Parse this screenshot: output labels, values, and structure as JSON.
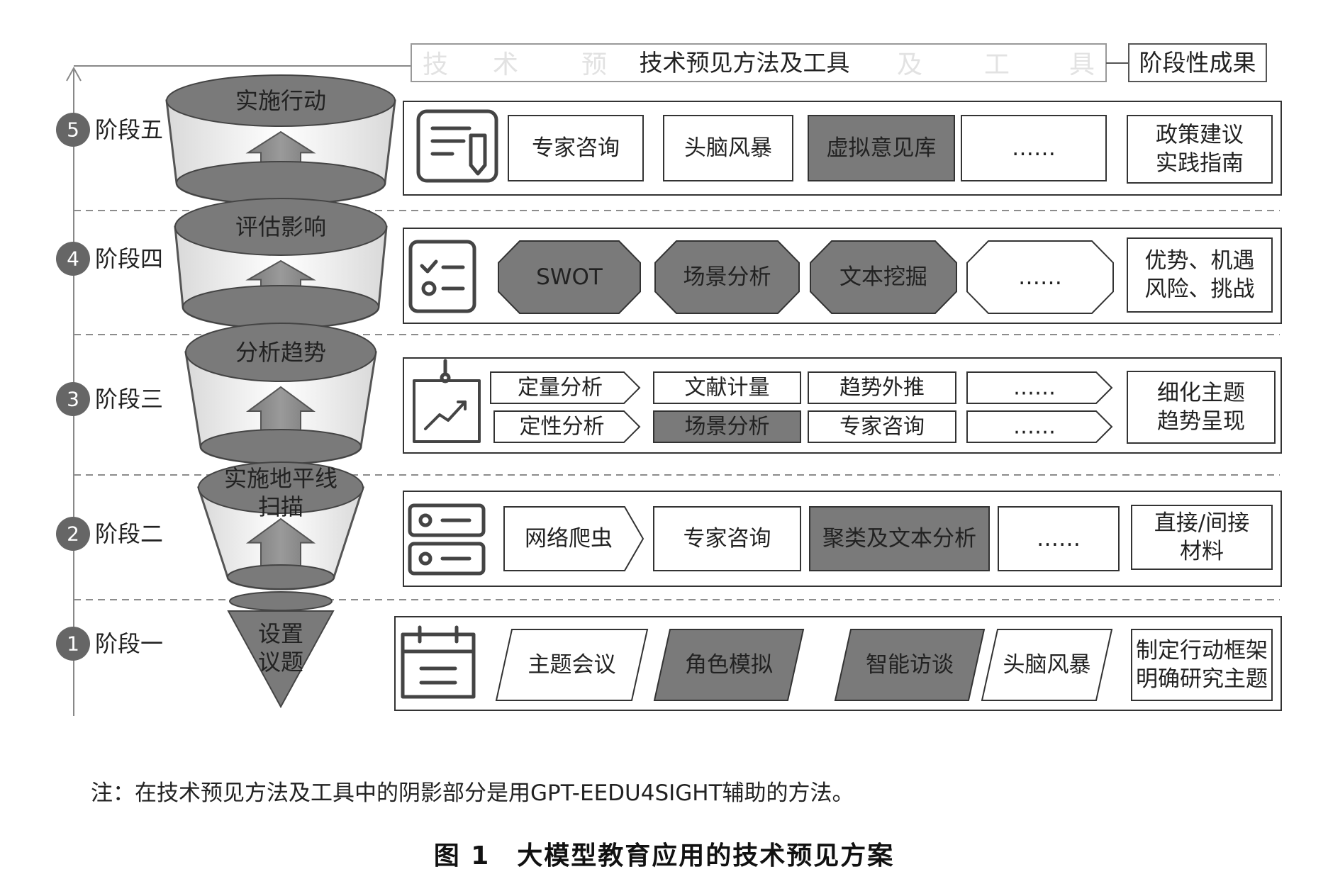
{
  "header": {
    "methods_title": "技术预见方法及工具",
    "faded_letters": [
      "技",
      "术",
      "预",
      "及",
      "工",
      "具"
    ],
    "results_title": "阶段性成果"
  },
  "stages": [
    {
      "num": "5",
      "label": "阶段五",
      "funnel_label": "实施行动",
      "icon": "document-pen-icon",
      "kind": "rect",
      "tools": [
        {
          "text": "专家咨询",
          "shaded": false
        },
        {
          "text": "头脑风暴",
          "shaded": false
        },
        {
          "text": "虚拟意见库",
          "shaded": true
        },
        {
          "text": "……",
          "shaded": false
        }
      ],
      "result": [
        "政策建议",
        "实践指南"
      ]
    },
    {
      "num": "4",
      "label": "阶段四",
      "funnel_label": "评估影响",
      "icon": "checklist-icon",
      "kind": "octagon",
      "tools": [
        {
          "text": "SWOT",
          "shaded": true
        },
        {
          "text": "场景分析",
          "shaded": true
        },
        {
          "text": "文本挖掘",
          "shaded": true
        },
        {
          "text": "……",
          "shaded": false
        }
      ],
      "result": [
        "优势、机遇",
        "风险、挑战"
      ]
    },
    {
      "num": "3",
      "label": "阶段三",
      "funnel_label": "分析趋势",
      "icon": "chart-board-icon",
      "kind": "grid",
      "tools_rows": [
        [
          {
            "text": "定量分析",
            "shaded": false,
            "shape": "arrow"
          },
          {
            "text": "文献计量",
            "shaded": false,
            "shape": "rect"
          },
          {
            "text": "趋势外推",
            "shaded": false,
            "shape": "rect"
          },
          {
            "text": "……",
            "shaded": false,
            "shape": "arrow"
          }
        ],
        [
          {
            "text": "定性分析",
            "shaded": false,
            "shape": "arrow"
          },
          {
            "text": "场景分析",
            "shaded": true,
            "shape": "rect"
          },
          {
            "text": "专家咨询",
            "shaded": false,
            "shape": "rect"
          },
          {
            "text": "……",
            "shaded": false,
            "shape": "arrow"
          }
        ]
      ],
      "result": [
        "细化主题",
        "趋势呈现"
      ]
    },
    {
      "num": "2",
      "label": "阶段二",
      "funnel_label": "实施地平线扫描",
      "icon": "server-icon",
      "kind": "mixed",
      "tools": [
        {
          "text": "网络爬虫",
          "shaded": false,
          "shape": "arrow"
        },
        {
          "text": "专家咨询",
          "shaded": false,
          "shape": "rect"
        },
        {
          "text": "聚类及文本分析",
          "shaded": true,
          "shape": "rect"
        },
        {
          "text": "……",
          "shaded": false,
          "shape": "rect"
        }
      ],
      "result": [
        "直接/间接",
        "材料"
      ]
    },
    {
      "num": "1",
      "label": "阶段一",
      "funnel_label": "设置议题",
      "icon": "calendar-icon",
      "kind": "parallelogram",
      "tools": [
        {
          "text": "主题会议",
          "shaded": false
        },
        {
          "text": "角色模拟",
          "shaded": true
        },
        {
          "text": "智能访谈",
          "shaded": true
        },
        {
          "text": "头脑风暴",
          "shaded": false
        }
      ],
      "result": [
        "制定行动框架",
        "明确研究主题"
      ]
    }
  ],
  "note": "注：在技术预见方法及工具中的阴影部分是用GPT-EEDU4SIGHT辅助的方法。",
  "caption": "图 1　大模型教育应用的技术预见方案",
  "colors": {
    "shade": "#7a7a7a",
    "shade_dark": "#707070",
    "border": "#333333",
    "circle": "#666666",
    "funnel_line": "#555555",
    "arrow": "#8a8a8a",
    "dash": "#8c8c8c",
    "faded_text": "#e2e2e2"
  }
}
